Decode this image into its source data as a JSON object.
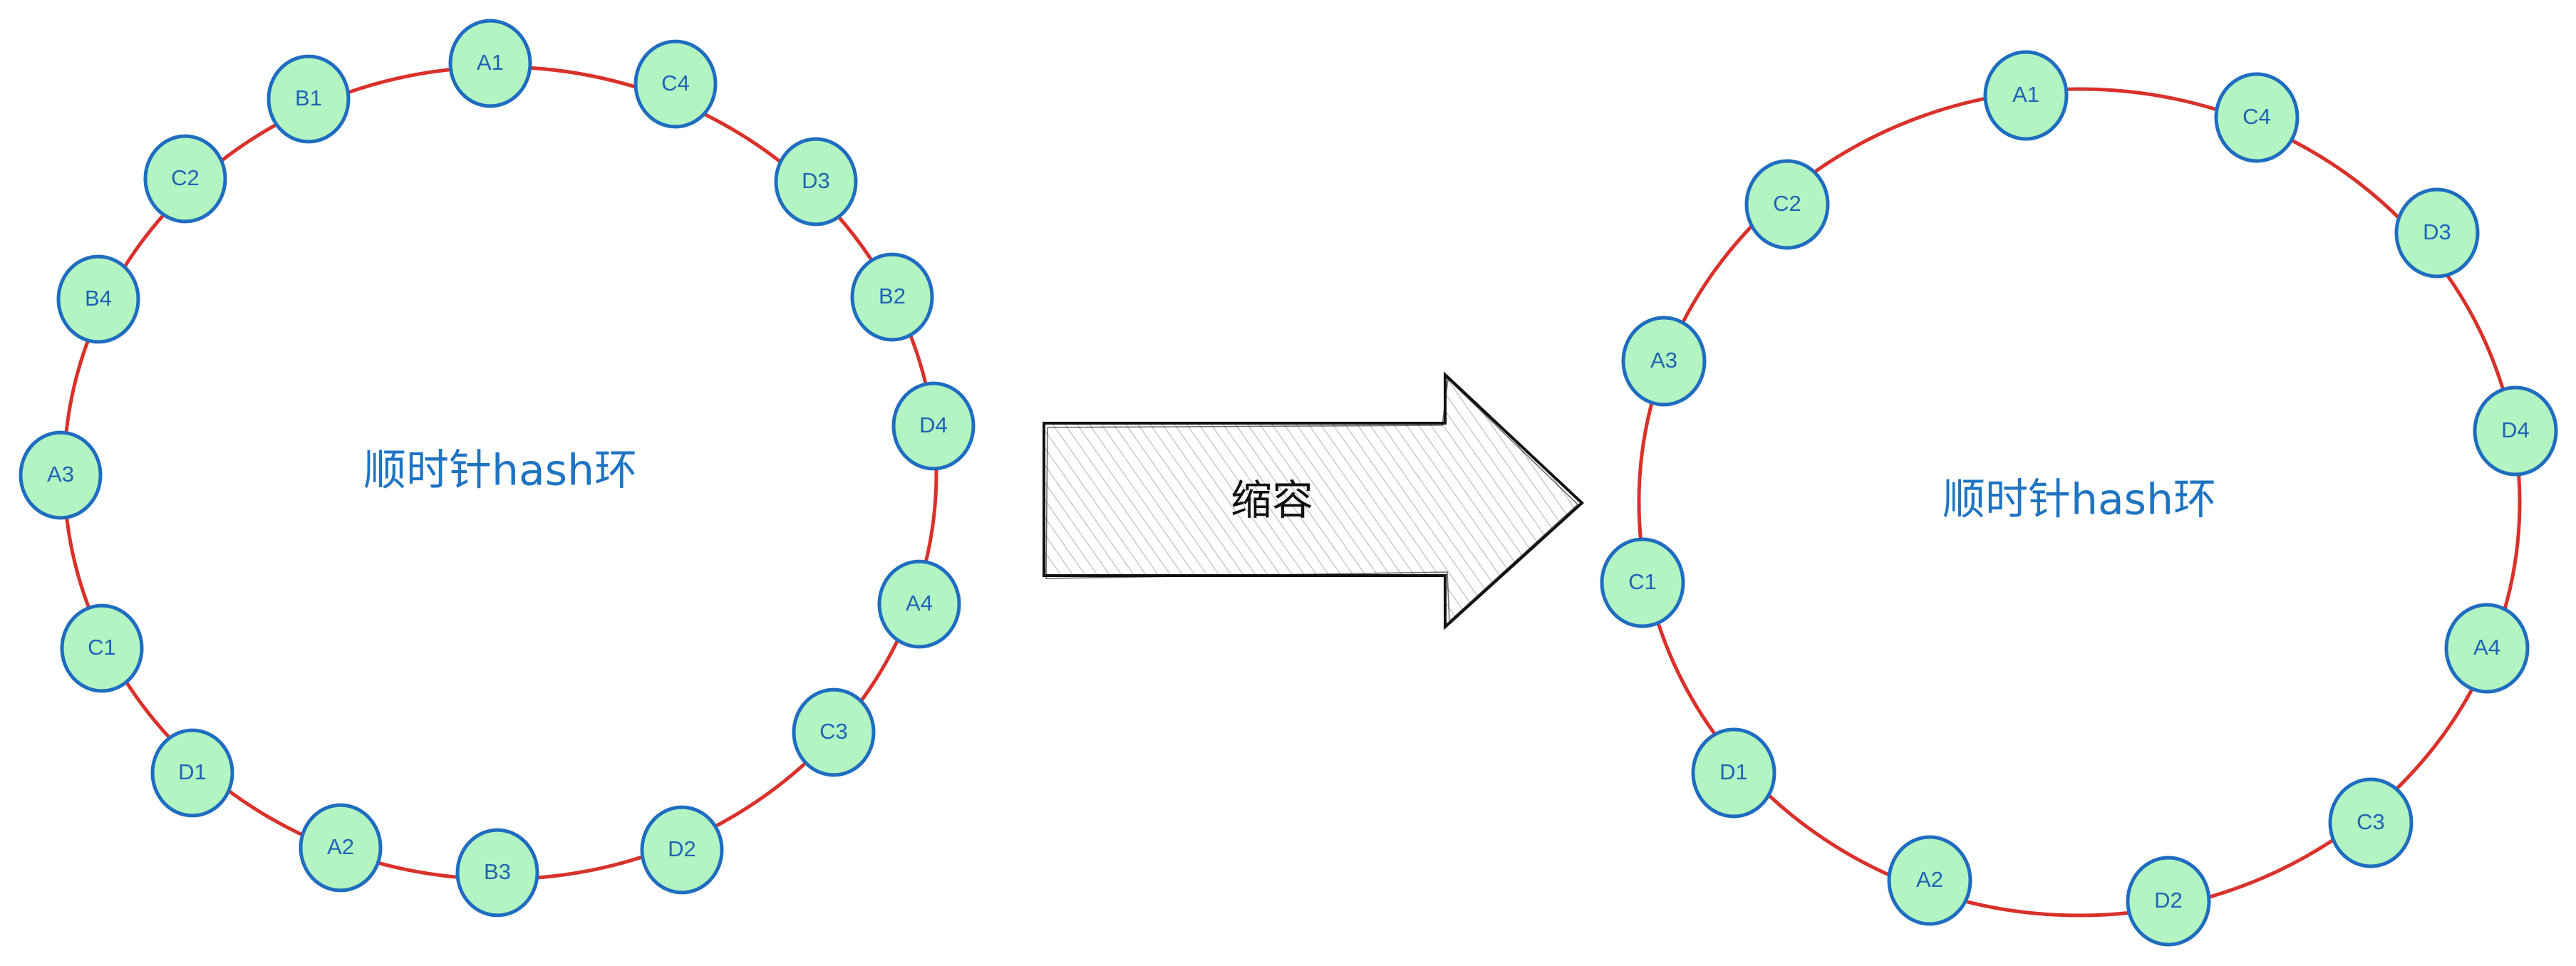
{
  "colors": {
    "ring": "#d9312b",
    "node_fill": "#b2f5c2",
    "node_stroke": "#1f6dc0",
    "node_text": "#1f63b5",
    "title_text": "#1f74c2",
    "arrow_stroke": "#111111",
    "arrow_hatch": "#b8b8b8"
  },
  "left_ring": {
    "title": "顺时针hash环",
    "nodes": [
      "A1",
      "C4",
      "D3",
      "B2",
      "D4",
      "A4",
      "C3",
      "D2",
      "B3",
      "A2",
      "D1",
      "C1",
      "A3",
      "B4",
      "C2",
      "B1"
    ]
  },
  "arrow": {
    "label": "缩容"
  },
  "right_ring": {
    "title": "顺时针hash环",
    "nodes": [
      "A1",
      "C4",
      "D3",
      "D4",
      "A4",
      "C3",
      "D2",
      "A2",
      "D1",
      "C1",
      "A3",
      "C2"
    ]
  }
}
